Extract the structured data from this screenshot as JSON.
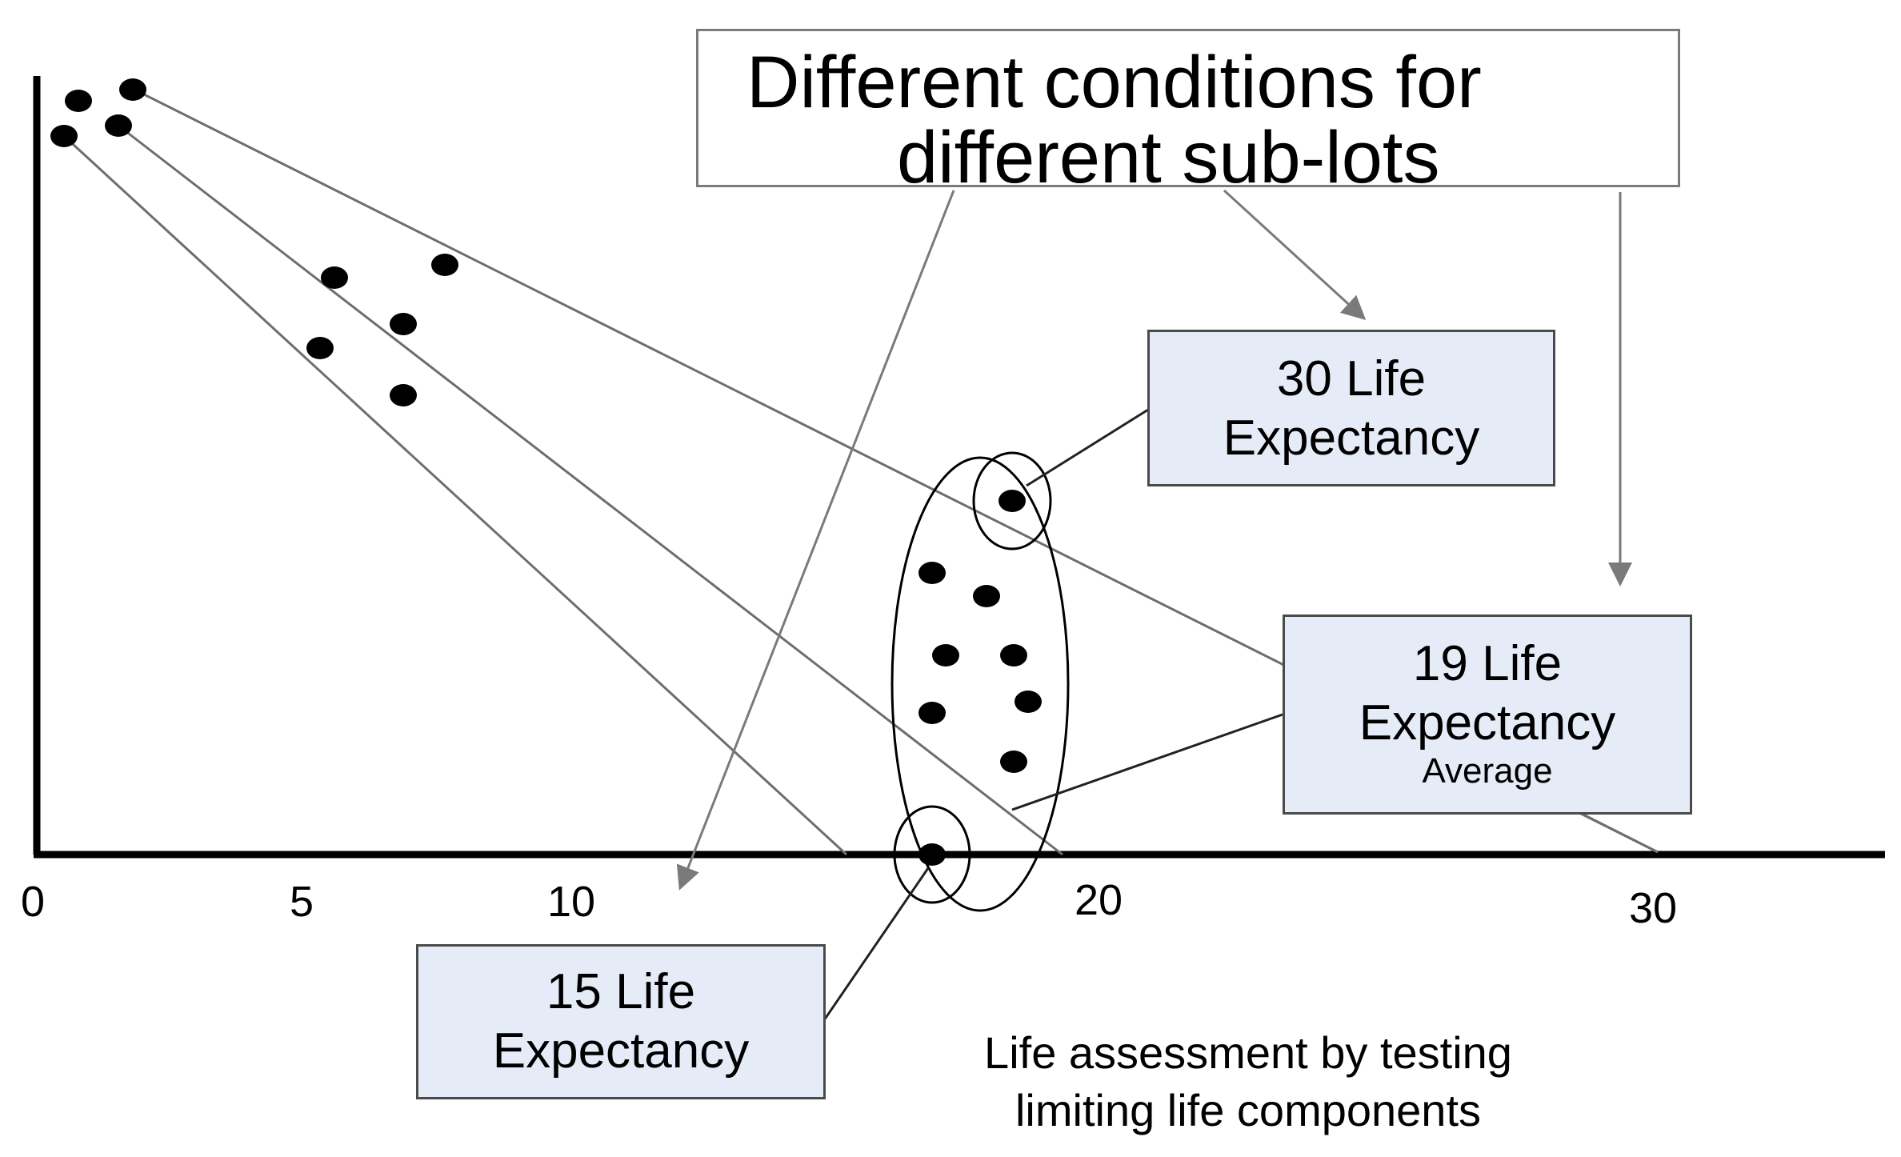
{
  "title": {
    "line1": "Different conditions for",
    "line2": "different sub-lots"
  },
  "axis": {
    "x_ticks": [
      "0",
      "5",
      "10",
      "20",
      "30"
    ]
  },
  "callouts": {
    "top": {
      "line1": "30 Life",
      "line2": "Expectancy"
    },
    "middle": {
      "line1": "19 Life",
      "line2": "Expectancy",
      "line3": "Average"
    },
    "bottom": {
      "line1": "15 Life",
      "line2": "Expectancy"
    }
  },
  "caption": {
    "line1": "Life assessment by testing",
    "line2": "limiting life components"
  },
  "colors": {
    "axis": "#000000",
    "lines": "#6e6e6e",
    "callout_fill": "#e6ecf7",
    "points": "#000000"
  }
}
